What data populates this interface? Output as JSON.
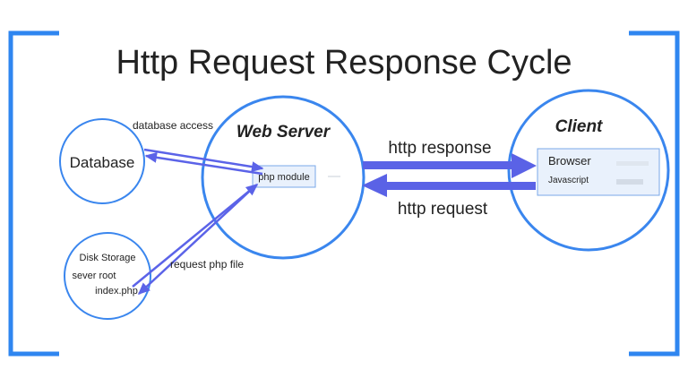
{
  "title": "Http Request Response Cycle",
  "colors": {
    "frame": "#2f86f0",
    "circle": "#3a86ee",
    "arrow": "#5a62e6",
    "thin_arrow": "#5b63e8",
    "box_fill": "#e9f1fc",
    "box_border": "#7aa8e8",
    "text": "#222222"
  },
  "nodes": {
    "database": {
      "label": "Database"
    },
    "web_server": {
      "label": "Web Server"
    },
    "client": {
      "label": "Client"
    },
    "disk_storage": {
      "line1": "Disk Storage",
      "line2": "sever root",
      "line3": "index.php"
    }
  },
  "boxes": {
    "php_module": {
      "label": "php module"
    },
    "browser": {
      "line1": "Browser",
      "line2": "Javascript"
    }
  },
  "edges": {
    "database_access": "database access",
    "request_php_file": "request php file",
    "http_response": "http response",
    "http_request": "http request"
  }
}
